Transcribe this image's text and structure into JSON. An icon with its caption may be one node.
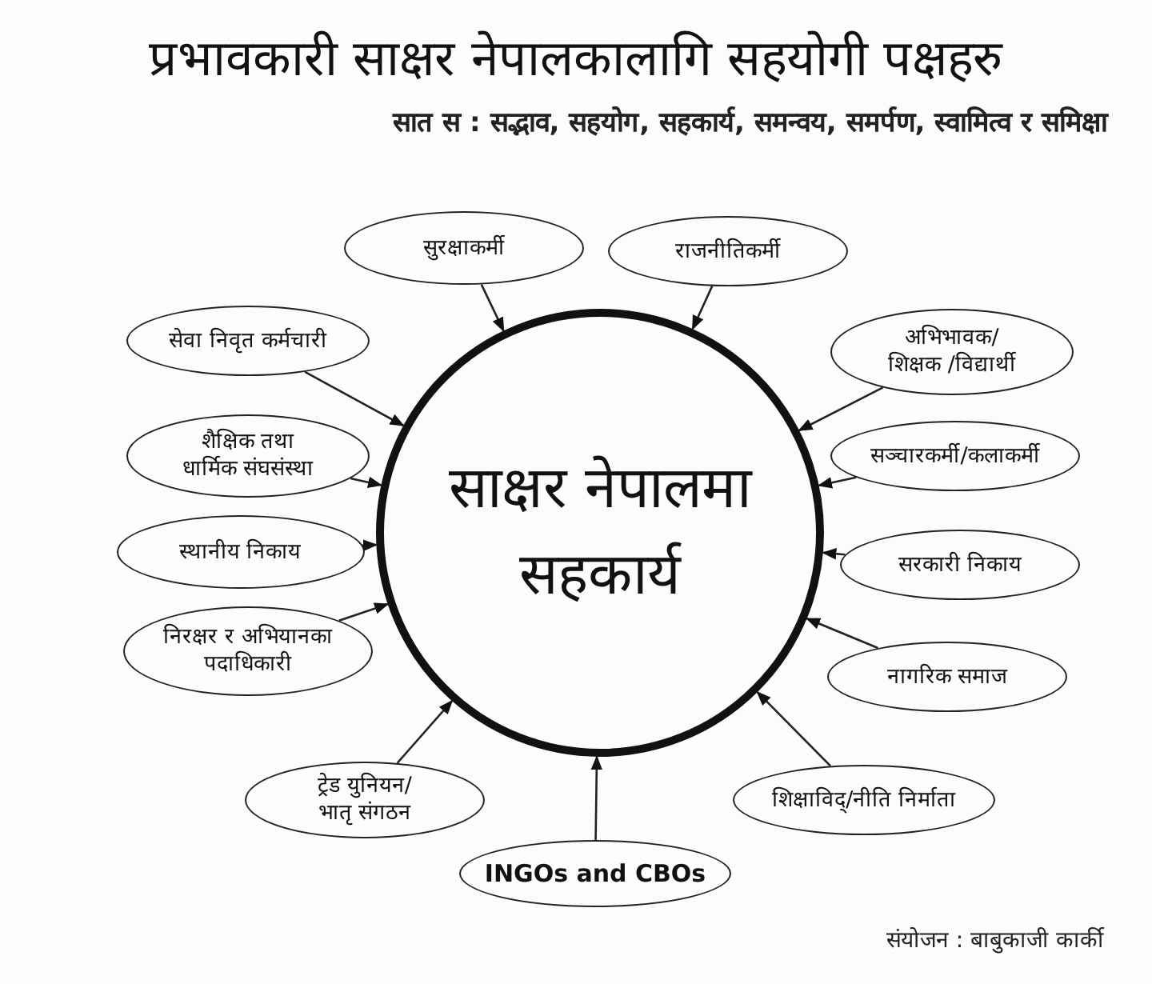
{
  "diagram": {
    "title": "प्रभावकारी साक्षर नेपालकालागि सहयोगी पक्षहरु",
    "nodes": [
      {
        "text": [
          "साक्षर नेपालमा सहकार्य"
        ]
      },
      {
        "text": [
          "सुरक्षाकर्मी"
        ]
      },
      {
        "text": [
          "राजनीतिकर्मी"
        ]
      },
      {
        "text": [
          "सेवा निवृत कर्मचारी"
        ]
      },
      {
        "text": [
          "अभिभावक/शिक्षक /विद्यार्थी"
        ]
      },
      {
        "text": [
          "शैक्षिक तथा धार्मिक संघसंस्था"
        ]
      },
      {
        "text": [
          "सञ्चारकर्मी/कलाकर्मी"
        ]
      },
      {
        "text": [
          "स्थानीय निकाय"
        ]
      },
      {
        "text": [
          "सरकारी निकाय"
        ]
      },
      {
        "text": [
          "निरक्षर र अभियानका पदाधिकारी"
        ]
      },
      {
        "text": [
          "नागरिक समाज"
        ]
      },
      {
        "text": [
          "ट्रेड युनियन/ भातृ संगठन"
        ]
      },
      {
        "text": [
          "शिक्षाविद्/नीति निर्माता"
        ]
      },
      {
        "text": [
          "INGOs and CBOs"
        ]
      }
    ],
    "edges": [
      {
        "from": 1,
        "to": 0,
        "arrow": "to"
      },
      {
        "from": 2,
        "to": 0,
        "arrow": "to"
      },
      {
        "from": 3,
        "to": 0,
        "arrow": "to"
      },
      {
        "from": 4,
        "to": 0,
        "arrow": "to"
      },
      {
        "from": 5,
        "to": 0,
        "arrow": "to"
      },
      {
        "from": 6,
        "to": 0,
        "arrow": "to"
      },
      {
        "from": 7,
        "to": 0,
        "arrow": "to"
      },
      {
        "from": 8,
        "to": 0,
        "arrow": "to"
      },
      {
        "from": 9,
        "to": 0,
        "arrow": "to"
      },
      {
        "from": 10,
        "to": 0,
        "arrow": "to"
      },
      {
        "from": 11,
        "to": 0,
        "arrow": "to"
      },
      {
        "from": 12,
        "to": 0,
        "arrow": "to"
      },
      {
        "from": 13,
        "to": 0,
        "arrow": "to"
      }
    ],
    "labels": [
      "सात स : सद्भाव, सहयोग, सहकार्य, समन्वय, समर्पण, स्वामित्व र समिक्षा",
      "संयोजन : बाबुकाजी कार्की"
    ]
  }
}
